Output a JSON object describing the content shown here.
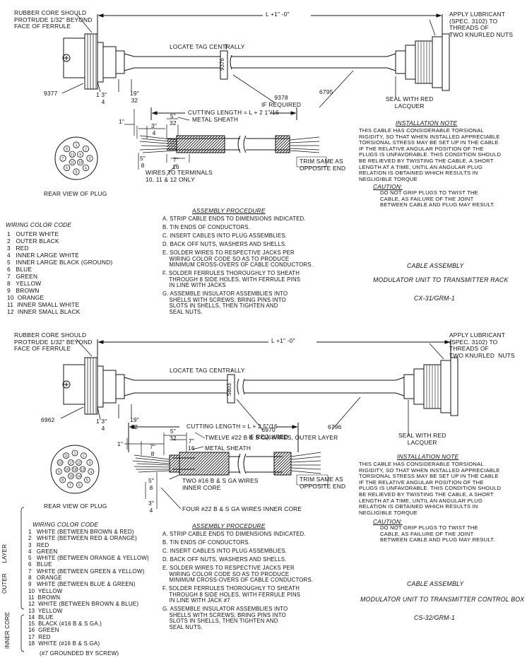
{
  "sheet1": {
    "rubber_note": "RUBBER CORE SHOULD\nPROTRUDE 1/32\" BEYOND\nFACE OF FERRULE",
    "length": "L +1\" -0\"",
    "lubricant_note": "APPLY LUBRICANT\n(SPEC. 3102) TO\nTHREADS OF\nTWO KNURLED NUTS",
    "locate_tag": "LOCATE TAG CENTRALLY",
    "tag_number": "9376",
    "dim_nineteen": "19\"\n32",
    "dim_three_quarter": "1 3\"\n   4",
    "part_plug": "9377",
    "part_tag": "9378\nIF REQUIRED",
    "part_cable": "6795",
    "seal_note": "SEAL WITH RED\nLACQUER",
    "cutting_length": "CUTTING LENGTH = L + 2 1\"/16",
    "dim_5_32": "5\"\n32",
    "metal_sheath": "METAL SHEATH",
    "dim_1": "1\"",
    "dim_3_4": "3\"\n4",
    "dim_5_8": "5\"\n8",
    "dim_7_16": "7\"\n16",
    "wires_to_terminals": "WIRES TO TERMINALS\n10, 11 & 12 ONLY",
    "trim_same": "TRIM SAME AS\nOPPOSITE END",
    "rear_view": "REAR VIEW OF PLUG",
    "plug_pins": [
      "1",
      "2",
      "3",
      "4",
      "5",
      "6",
      "7",
      "8",
      "9",
      "10",
      "11",
      "12"
    ],
    "installation_title": "INSTALLATION NOTE",
    "installation_text": "THIS CABLE HAS CONSIDERABLE TORSIONAL\nRIGIDITY, SO THAT WHEN INSTALLED APPRECIABLE\nTORSIONAL STRESS MAY BE SET UP IN THE CABLE\nIF THE RELATIVE ANGULAR POSITION OF THE\nPLUGS IS UNFAVORABLE. THIS CONDITION SHOULD\nBE RELIEVED BY TWISTING THE CABLE, A SHORT\nLENGTH AT A TIME, UNTIL AN ANGULAR PLUG\nRELATION IS OBTAINED WHICH RESULTS IN\nNEGLIGIBLE TORQUE",
    "caution_title": "CAUTION:",
    "caution_text": "DO NOT GRIP PLUGS TO TWIST THE\nCABLE, AS FAILURE OF THE JOINT\nBETWEEN CABLE AND PLUG MAY RESULT.",
    "wiring_title": "WIRING COLOR CODE",
    "wiring": [
      "1   OUTER WHITE",
      "2   OUTER BLACK",
      "3   RED",
      "4   INNER LARGE WHITE",
      "5   INNER LARGE BLACK (GROUND)",
      "6   BLUE",
      "7   GREEN",
      "8   YELLOW",
      "9   BROWN",
      "10  ORANGE",
      "11  INNER SMALL WHITE",
      "12  INNER SMALL BLACK"
    ],
    "assembly_title": "ASSEMBLY PROCEDURE",
    "assembly": [
      "A. STRIP CABLE ENDS TO DIMENSIONS INDICATED.",
      "B. TIN ENDS OF CONDUCTORS.",
      "C. INSERT CABLES INTO PLUG ASSEMBLIES.",
      "D. BACK OFF NUTS, WASHERS AND SHELLS.",
      "E. SOLDER WIRES TO RESPECTIVE JACKS PER\n    WIRING COLOR CODE SO AS TO PRODUCE\n    MINIMUM CROSS-OVERS OF CABLE CONDUCTORS.",
      "F. SOLDER FERRULES THOROUGHLY TO SHEATH\n    THROUGH 8 SIDE HOLES, WITH FERRULE PINS\n    IN LINE WITH JACKS",
      "G. ASSEMBLE INSULATOR ASSEMBLIES INTO\n    SHELLS WITH SCREWS; BRING PINS INTO\n    SLOTS IN SHELLS, THEN TIGHTEN AND\n    SEAL NUTS."
    ],
    "cable_title": "CABLE ASSEMBLY",
    "cable_subtitle": "MODULATOR UNIT TO TRANSMITTER RACK",
    "cable_code": "CX-31/GRM-1"
  },
  "sheet2": {
    "rubber_note": "RUBBER CORE SHOULD\nPROTRUDE 1/32\" BEYOND\nFACE OF FERRULE",
    "length": "L +1\" -0\"",
    "lubricant_note": "APPLY LUBRICANT\n(SPEC. 3102) TO\nTHREADS OF\nTWO KNURLED  NUTS",
    "locate_tag": "LOCATE TAG CENTRALLY",
    "tag_number": "5803",
    "dim_nineteen": "19\"\n32",
    "dim_three_quarter": "1 3\"\n   4",
    "part_plug": "6962",
    "part_tag": "6970\nIF REQUIRED",
    "part_cable": "6796",
    "seal_note": "SEAL WITH RED\nLACQUER",
    "cutting_length": "CUTTING LENGTH = L + 2 5\"/16",
    "dim_5_32": "5\"\n32",
    "twelve_wires": "TWELVE #22 B & S GA WIRES, OUTER LAYER",
    "metal_sheath": "METAL SHEATH",
    "dim_1": "1\"",
    "dim_7_8": "7\"\n8",
    "dim_7_16": "7\"\n16",
    "dim_5_8": "5\"\n8",
    "dim_3_4": "3\"\n4",
    "two_wires": "TWO #16 B & S GA WIRES\nINNER CORE",
    "four_wires": "FOUR #22 B & S GA WIRES INNER CORE",
    "trim_same": "TRIM SAME AS\nOPPOSITE END",
    "rear_view": "REAR VIEW OF PLUG",
    "plug_pins": [
      "1",
      "2",
      "3",
      "4",
      "5",
      "6",
      "7",
      "8",
      "9",
      "10",
      "11",
      "12",
      "13",
      "14",
      "15",
      "16",
      "17",
      "18"
    ],
    "installation_title": "INSTALLATION NOTE",
    "installation_text": "THIS CABLE HAS CONSIDERABLE TORSIONAL\nRIGIDITY, SO THAT WHEN INSTALLED APPRECIABLE\nTORSIONAL STRESS MAY BE SET UP IN THE CABLE\nIF THE RELATIVE ANGULAR POSITION OF THE\nPLUGS IS UNFAVORABLE. THIS CONDITION SHOULD\nBE RELIEVED BY TWISTING THE CABLE, A SHORT\nLENGTH AT A TIME, UNTIL AN ANGULAR PLUG\nRELATION IS OBTAINED WHICH RESULTS IN\nNEGLIGIBLE TORQUE",
    "caution_title": "CAUTION:",
    "caution_text": "DO NOT GRIP PLUGS TO TWIST THE\nCABLE, AS FAILURE OF THE JOINT\nBETWEEN CABLE AND PLUG MAY RESULT.",
    "wiring_title": "WIRING COLOR CODE",
    "outer_label": "OUTER      LAYER",
    "inner_label": "INNER CORE",
    "wiring": [
      "1   WHITE (BETWEEN BROWN & RED)",
      "2   WHITE (BETWEEN RED & ORANGE)",
      "3   RED",
      "4   GREEN",
      "5   WHITE (BETWEEN ORANGE & YELLOW)",
      "6   BLUE",
      "7   WHITE (BETWEEN GREEN & YELLOW)",
      "8   ORANGE",
      "9   WHITE (BETWEEN BLUE & GREEN)",
      "10  YELLOW",
      "11  BROWN",
      "12  WHITE (BETWEEN BROWN & BLUE)",
      "13  YELLOW",
      "14  BLUE",
      "15  BLACK (#16 B & S GA.)",
      "16  GREEN",
      "17  RED",
      "18  WHITE (#16 B & S GA)"
    ],
    "grounded_note": "(#7 GROUNDED BY SCREW)",
    "assembly_title": "ASSEMBLY PROCEDURE",
    "assembly": [
      "A. STRIP CABLE ENDS TO DIMENSIONS INDICATED.",
      "B. TIN ENDS OF CONDUCTORS.",
      "C. INSERT CABLES INTO PLUG ASSEMBLIES.",
      "D. BACK OFF NUTS, WASHERS AND SHELLS.",
      "E. SOLDER WIRES TO RESPECTIVE JACKS PER\n    WIRING COLOR CODE SO AS TO PRODUCE\n    MINIMUM CROSS-OVERS OF CABLE CONDUCTORS.",
      "F. SOLDER FERRULES THOROUGHLY TO SHEATH\n    THROUGH 8 SIDE HOLES, WITH FERRULE PINS\n    IN LINE WITH JACK #7",
      "G. ASSEMBLE INSULATOR ASSEMBLIES INTO\n    SHELLS WITH SCREWS; BRING PINS INTO\n    SLOTS IN SHELLS, THEN TIGHTEN AND\n    SEAL NUTS."
    ],
    "cable_title": "CABLE ASSEMBLY",
    "cable_subtitle": "MODULATOR UNIT TO TRANSMITTER CONTROL BOX",
    "cable_code": "CS-32/GRM-1"
  }
}
